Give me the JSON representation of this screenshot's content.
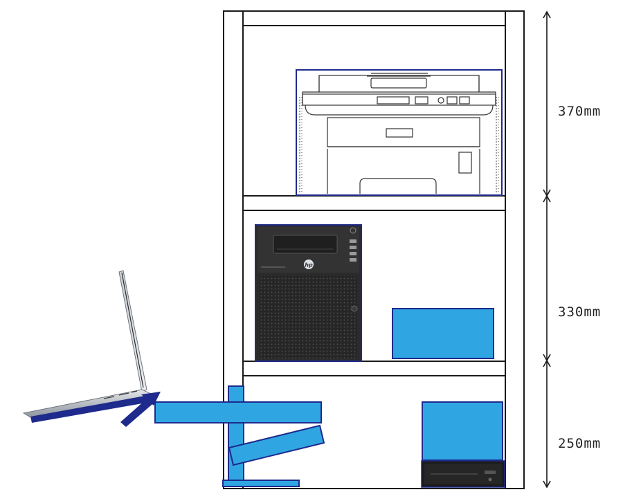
{
  "dimensions": [
    {
      "label": "370mm"
    },
    {
      "label": "330mm"
    },
    {
      "label": "250mm"
    }
  ],
  "device_logo_text": "hp",
  "colors": {
    "accent": "#2fa6e2",
    "accent_border": "#1e2a8c",
    "outline": "#1a1a1a",
    "server_body": "#2b2b2b"
  },
  "icons": [
    "laptop-icon",
    "printer-icon",
    "server-icon",
    "optical-drive-icon",
    "arrow-icon"
  ]
}
